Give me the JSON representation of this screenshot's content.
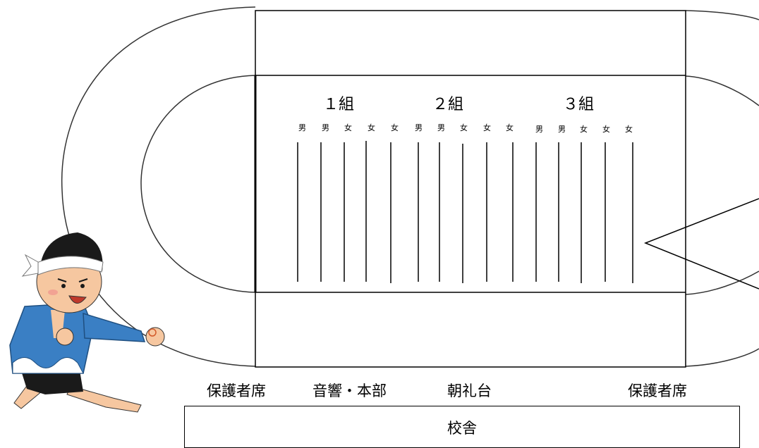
{
  "group_labels": [
    "１組",
    "２組",
    "３組"
  ],
  "gender_labels": [
    "男",
    "男",
    "女",
    "女",
    "女",
    "男",
    "男",
    "女",
    "女",
    "女",
    "男",
    "男",
    "女",
    "女",
    "女"
  ],
  "bottom_labels": {
    "guardian_left": "保護者席",
    "sound_hq": "音響・本部",
    "podium": "朝礼台",
    "guardian_right": "保護者席"
  },
  "building_label": "校舎",
  "colors": {
    "line": "#000000",
    "track": "#333333",
    "bandana": "#ffffff",
    "happi": "#3a7fc4",
    "skin": "#f6c7a0",
    "hair": "#1a1a1a"
  },
  "icon": "festival-boy-illustration"
}
